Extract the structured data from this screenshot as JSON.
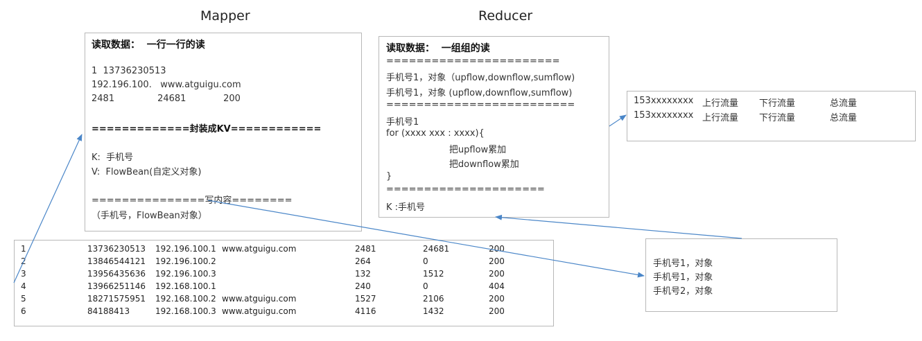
{
  "mapper": {
    "title": "Mapper",
    "heading": "读取数据：  一行一行的读",
    "sample": [
      "1  13736230513",
      "192.196.100.   www.atguigu.com",
      "2481               24681             200"
    ],
    "separator1": "=============封装成KV============",
    "kv": [
      "K:  手机号",
      "V:  FlowBean(自定义对象)"
    ],
    "separator2": "===============写内容========",
    "output": "（手机号，FlowBean对象）"
  },
  "reducer": {
    "title": "Reducer",
    "heading": "读取数据：  一组组的读",
    "sep1": "=======================",
    "items": [
      "手机号1，对象（upflow,downflow,sumflow)",
      "手机号1，对象 (upflow,downflow,sumflow)"
    ],
    "sep2": "=========================",
    "loop": [
      "手机号1",
      "for (xxxx xxx : xxxx){",
      "                      把upflow累加",
      "                      把downflow累加",
      "}"
    ],
    "sep3": "=====================",
    "key": "K :手机号"
  },
  "result": {
    "rows": [
      [
        "153xxxxxxxx",
        "上行流量",
        "下行流量",
        "总流量"
      ],
      [
        "153xxxxxxxx",
        "上行流量",
        "下行流量",
        "总流量"
      ]
    ]
  },
  "shuffle": {
    "lines": [
      "手机号1，对象",
      "手机号1，对象",
      "手机号2，对象"
    ]
  },
  "input_table": {
    "rows": [
      [
        "1",
        "13736230513",
        "192.196.100.1",
        "www.atguigu.com",
        "2481",
        "24681",
        "200"
      ],
      [
        "2",
        "13846544121",
        "192.196.100.2",
        "",
        "264",
        "0",
        "200"
      ],
      [
        "3",
        "13956435636",
        "192.196.100.3",
        "",
        "132",
        "1512",
        "200"
      ],
      [
        "4",
        "13966251146",
        "192.168.100.1",
        "",
        "240",
        "0",
        "404"
      ],
      [
        "5",
        "18271575951",
        "192.168.100.2",
        "www.atguigu.com",
        "1527",
        "2106",
        "200"
      ],
      [
        "6",
        "84188413",
        "192.168.100.3",
        "www.atguigu.com",
        "4116",
        "1432",
        "200"
      ]
    ]
  },
  "colors": {
    "arrow": "#4a86c8",
    "border": "#b8b8b8"
  }
}
